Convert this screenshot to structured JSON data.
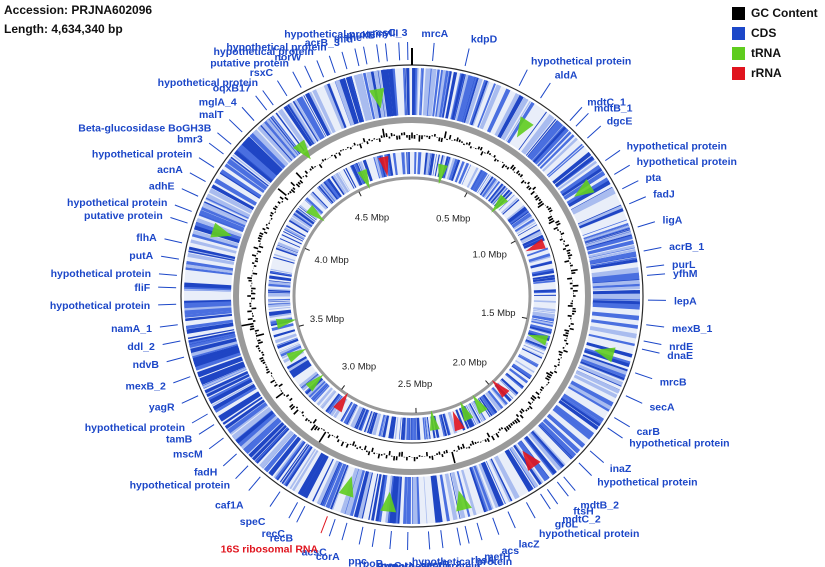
{
  "header": {
    "accession": "Accession: PRJNA602096",
    "length": "Length: 4,634,340 bp"
  },
  "legend": [
    {
      "label": "GC Content",
      "color": "#000000"
    },
    {
      "label": "CDS",
      "color": "#1c47c8"
    },
    {
      "label": "tRNA",
      "color": "#5fcc1e"
    },
    {
      "label": "rRNA",
      "color": "#e0141e"
    }
  ],
  "scale_labels": [
    "0.5 Mbp",
    "1.0 Mbp",
    "1.5 Mbp",
    "2.0 Mbp",
    "2.5 Mbp",
    "3.0 Mbp",
    "3.5 Mbp",
    "4.0 Mbp",
    "4.5 Mbp"
  ],
  "gene_labels": [
    {
      "text": "mrcA",
      "color": "#1c47c8"
    },
    {
      "text": "kdpD",
      "color": "#1c47c8"
    },
    {
      "text": "hypothetical protein",
      "color": "#1c47c8"
    },
    {
      "text": "aldA",
      "color": "#1c47c8"
    },
    {
      "text": "mdtC_1",
      "color": "#1c47c8"
    },
    {
      "text": "mdtB_1",
      "color": "#1c47c8"
    },
    {
      "text": "dgcE",
      "color": "#1c47c8"
    },
    {
      "text": "hypothetical protein",
      "color": "#1c47c8"
    },
    {
      "text": "hypothetical protein",
      "color": "#1c47c8"
    },
    {
      "text": "pta",
      "color": "#1c47c8"
    },
    {
      "text": "fadJ",
      "color": "#1c47c8"
    },
    {
      "text": "ligA",
      "color": "#1c47c8"
    },
    {
      "text": "acrB_1",
      "color": "#1c47c8"
    },
    {
      "text": "purL",
      "color": "#1c47c8"
    },
    {
      "text": "yfhM",
      "color": "#1c47c8"
    },
    {
      "text": "lepA",
      "color": "#1c47c8"
    },
    {
      "text": "mexB_1",
      "color": "#1c47c8"
    },
    {
      "text": "nrdE",
      "color": "#1c47c8"
    },
    {
      "text": "dnaE",
      "color": "#1c47c8"
    },
    {
      "text": "mrcB",
      "color": "#1c47c8"
    },
    {
      "text": "secA",
      "color": "#1c47c8"
    },
    {
      "text": "carB",
      "color": "#1c47c8"
    },
    {
      "text": "hypothetical protein",
      "color": "#1c47c8"
    },
    {
      "text": "inaZ",
      "color": "#1c47c8"
    },
    {
      "text": "hypothetical protein",
      "color": "#1c47c8"
    },
    {
      "text": "mdtB_2",
      "color": "#1c47c8"
    },
    {
      "text": "ftsH",
      "color": "#1c47c8"
    },
    {
      "text": "mdtC_2",
      "color": "#1c47c8"
    },
    {
      "text": "groL",
      "color": "#1c47c8"
    },
    {
      "text": "hypothetical protein",
      "color": "#1c47c8"
    },
    {
      "text": "lacZ",
      "color": "#1c47c8"
    },
    {
      "text": "acs",
      "color": "#1c47c8"
    },
    {
      "text": "metH",
      "color": "#1c47c8"
    },
    {
      "text": "rhsA",
      "color": "#1c47c8"
    },
    {
      "text": "hypothetical protein",
      "color": "#1c47c8"
    },
    {
      "text": "acrB_2",
      "color": "#1c47c8"
    },
    {
      "text": "hypothetical protein",
      "color": "#1c47c8"
    },
    {
      "text": "mglA_3",
      "color": "#1c47c8"
    },
    {
      "text": "rpoC",
      "color": "#1c47c8"
    },
    {
      "text": "rpoB",
      "color": "#1c47c8"
    },
    {
      "text": "ppc",
      "color": "#1c47c8"
    },
    {
      "text": "corA",
      "color": "#1c47c8"
    },
    {
      "text": "acsC",
      "color": "#1c47c8"
    },
    {
      "text": "16S ribosomal RNA",
      "color": "#e0141e"
    },
    {
      "text": "recB",
      "color": "#1c47c8"
    },
    {
      "text": "recC",
      "color": "#1c47c8"
    },
    {
      "text": "speC",
      "color": "#1c47c8"
    },
    {
      "text": "caf1A",
      "color": "#1c47c8"
    },
    {
      "text": "hypothetical protein",
      "color": "#1c47c8"
    },
    {
      "text": "fadH",
      "color": "#1c47c8"
    },
    {
      "text": "mscM",
      "color": "#1c47c8"
    },
    {
      "text": "tamB",
      "color": "#1c47c8"
    },
    {
      "text": "hypothetical protein",
      "color": "#1c47c8"
    },
    {
      "text": "yagR",
      "color": "#1c47c8"
    },
    {
      "text": "mexB_2",
      "color": "#1c47c8"
    },
    {
      "text": "ndvB",
      "color": "#1c47c8"
    },
    {
      "text": "ddl_2",
      "color": "#1c47c8"
    },
    {
      "text": "namA_1",
      "color": "#1c47c8"
    },
    {
      "text": "hypothetical protein",
      "color": "#1c47c8"
    },
    {
      "text": "fliF",
      "color": "#1c47c8"
    },
    {
      "text": "hypothetical protein",
      "color": "#1c47c8"
    },
    {
      "text": "putA",
      "color": "#1c47c8"
    },
    {
      "text": "flhA",
      "color": "#1c47c8"
    },
    {
      "text": "putative protein",
      "color": "#1c47c8"
    },
    {
      "text": "hypothetical protein",
      "color": "#1c47c8"
    },
    {
      "text": "adhE",
      "color": "#1c47c8"
    },
    {
      "text": "acnA",
      "color": "#1c47c8"
    },
    {
      "text": "hypothetical protein",
      "color": "#1c47c8"
    },
    {
      "text": "bmr3",
      "color": "#1c47c8"
    },
    {
      "text": "Beta-glucosidase BoGH3B",
      "color": "#1c47c8"
    },
    {
      "text": "malT",
      "color": "#1c47c8"
    },
    {
      "text": "mglA_4",
      "color": "#1c47c8"
    },
    {
      "text": "oqxB17",
      "color": "#1c47c8"
    },
    {
      "text": "hypothetical protein",
      "color": "#1c47c8"
    },
    {
      "text": "rsxC",
      "color": "#1c47c8"
    },
    {
      "text": "putative protein",
      "color": "#1c47c8"
    },
    {
      "text": "norW",
      "color": "#1c47c8"
    },
    {
      "text": "hypothetical protein",
      "color": "#1c47c8"
    },
    {
      "text": "hypothetical protein",
      "color": "#1c47c8"
    },
    {
      "text": "acrB_3",
      "color": "#1c47c8"
    },
    {
      "text": "mfd",
      "color": "#1c47c8"
    },
    {
      "text": "rne",
      "color": "#1c47c8"
    },
    {
      "text": "mukB",
      "color": "#1c47c8"
    },
    {
      "text": "hypothetical protein",
      "color": "#1c47c8"
    },
    {
      "text": "yliI",
      "color": "#1c47c8"
    },
    {
      "text": "rcsC_3",
      "color": "#1c47c8"
    }
  ]
}
